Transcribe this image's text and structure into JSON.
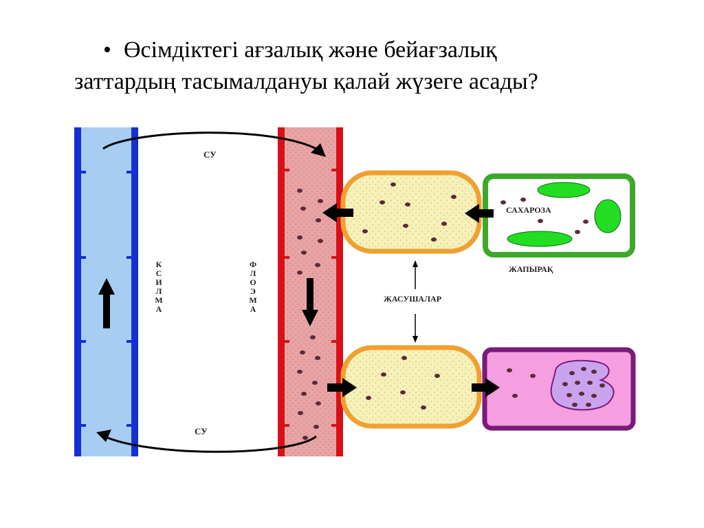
{
  "title": {
    "bullet": "•",
    "line1": "Өсімдіктегі  ағзалық  және бейағзалық",
    "line2": "заттардың тасымалдануы  қалай жүзеге асады?"
  },
  "labels": {
    "water_top": "СУ",
    "water_bottom": "СУ",
    "xylem": "КСИЛМА",
    "phloem": "ФЛОЭМА",
    "sucrose": "САХАРОЗА",
    "leaf": "ЖАПЫРАҚ",
    "cells": "ЖАСУШАЛАР"
  },
  "colors": {
    "xylem_fill": "#a7cdf2",
    "xylem_wall": "#1530d0",
    "phloem_fill": "#e8a4a4",
    "phloem_wall": "#d8101a",
    "companion_fill": "#f6f1b8",
    "companion_border": "#f0a030",
    "leaf_border": "#3da82a",
    "leaf_fill": "#ffffff",
    "chloroplast": "#22dd22",
    "sink_border": "#7a1a7a",
    "sink_fill": "#f59ee0",
    "vacuole_fill": "#c9a3ee",
    "dot": "#5a2a3a"
  }
}
